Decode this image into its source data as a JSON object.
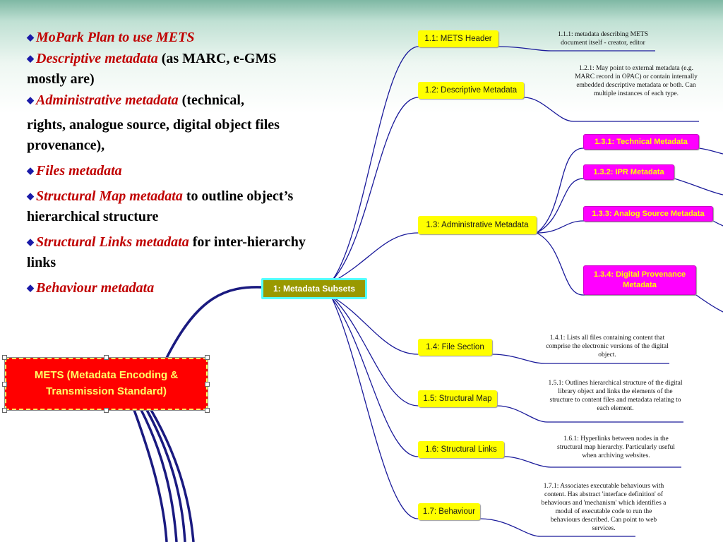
{
  "bullets": [
    {
      "italic": "MoPark Plan to use METS",
      "rest": ""
    },
    {
      "italic": "Descriptive metadata",
      "rest": " (as MARC, e-GMS mostly are)"
    },
    {
      "italic": "Administrative metadata",
      "rest": " (technical,",
      "continuation": "rights, analogue source,  digital object files provenance),"
    },
    {
      "italic": "Files metadata",
      "rest": ""
    },
    {
      "italic": "Structural Map metadata",
      "rest": " to outline object’s hierarchical structure"
    },
    {
      "italic": "Structural Links metadata",
      "rest": "  for inter-hierarchy links"
    },
    {
      "italic": "Behaviour metadata",
      "rest": ""
    }
  ],
  "bullet_glyph": "◆",
  "mindmap": {
    "root_label": "METS (Metadata Encoding & Transmission Standard)",
    "subsets_label": "1: Metadata Subsets",
    "nodes": {
      "n11": "1.1: METS Header",
      "n12": "1.2: Descriptive Metadata",
      "n13": "1.3: Administrative Metadata",
      "n131": "1.3.1: Technical Metadata",
      "n132": "1.3.2: IPR Metadata",
      "n133": "1.3.3: Analog Source Metadata",
      "n134": "1.3.4: Digital Provenance Metadata",
      "n14": "1.4: File Section",
      "n15": "1.5: Structural Map",
      "n16": "1.6: Structural Links",
      "n17": "1.7: Behaviour"
    },
    "notes": {
      "n111": "1.1.1: metadata describing METS document itself - creator, editor",
      "n121": "1.2.1: May point to external metadata (e.g. MARC record in OPAC) or contain internally embedded descriptive metadata or both. Can multiple instances of each type.",
      "n141": "1.4.1: Lists all files containing content that comprise the electronic versions of the digital object.",
      "n151": "1.5.1: Outlines hierarchical structure of the digital library object and links the elements of the structure to content files and metadata relating to each element.",
      "n161": "1.6.1: Hyperlinks between nodes in the structural map hierarchy. Particularly useful when archiving websites.",
      "n171": "1.7.1: Associates executable behaviours with content. Has abstract 'interface definition' of behaviours and 'mechanism' which identifies a modul of executable code to run the behaviours described. Can point to web services."
    }
  },
  "colors": {
    "connector": "#1a1a9a",
    "node_yellow": "#ffff00",
    "node_magenta": "#ff00ff",
    "root_red": "#ff0000",
    "subsets_olive": "#999900"
  }
}
